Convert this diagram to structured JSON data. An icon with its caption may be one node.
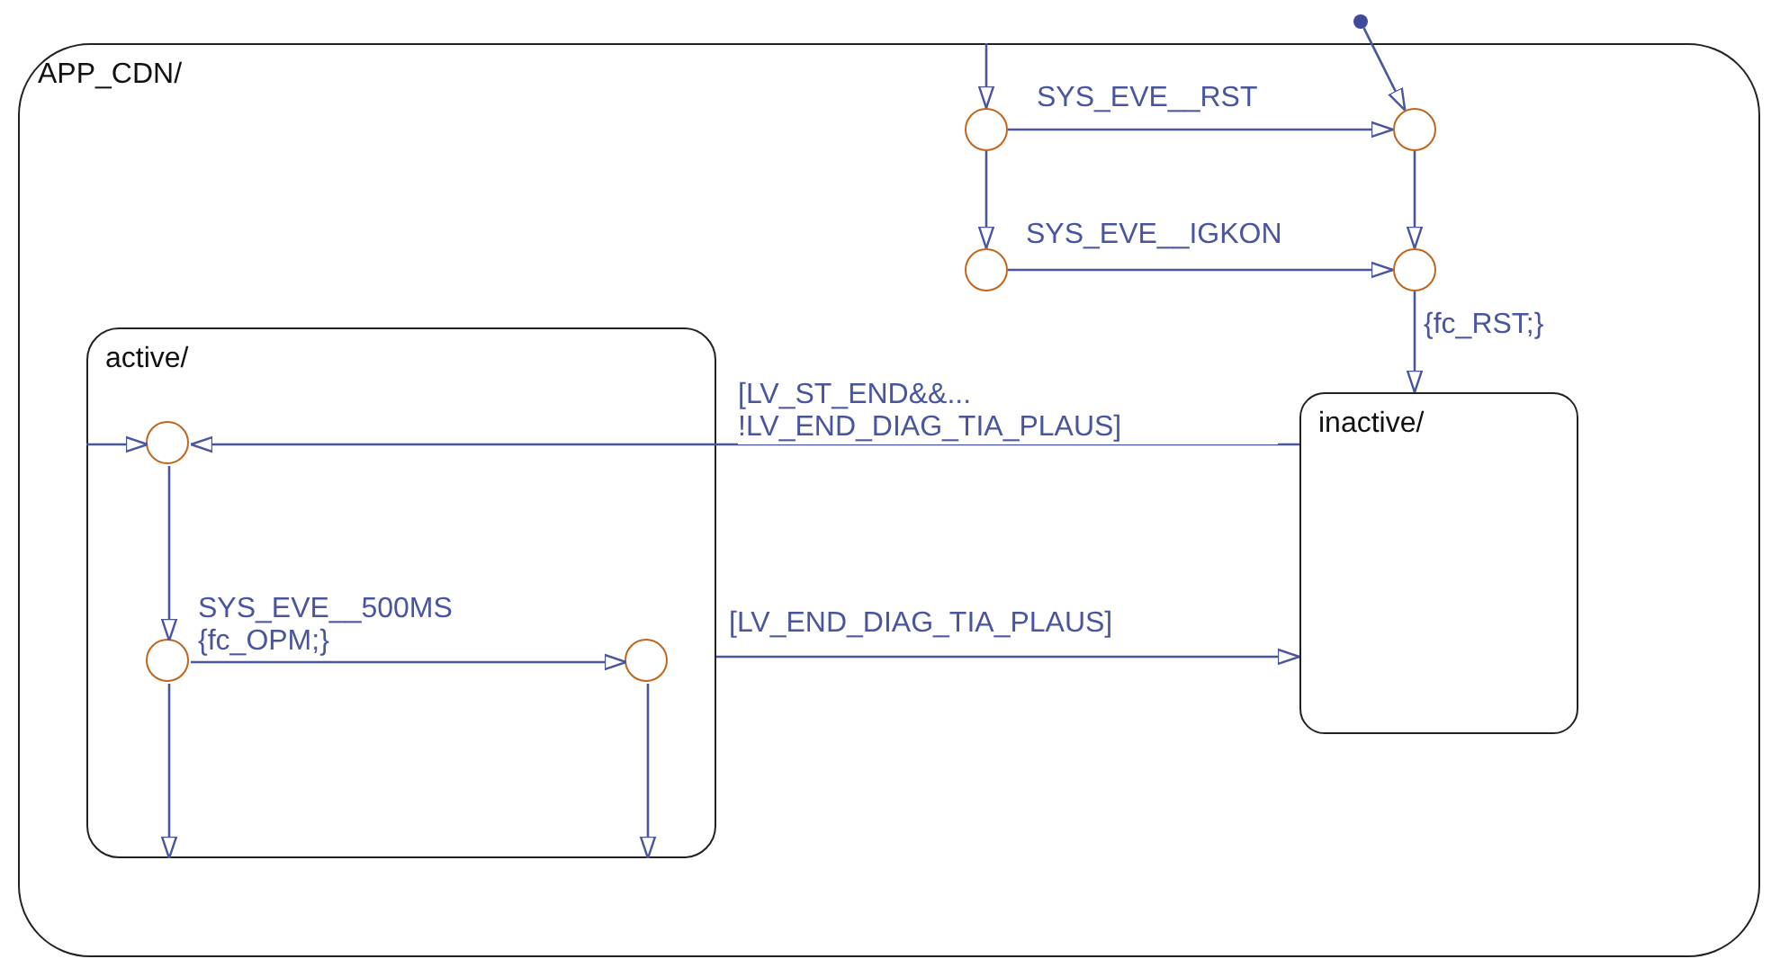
{
  "diagram": {
    "nodes": [
      {
        "text": [
          "APP_CDN/"
        ]
      },
      {
        "text": [],
        "shape": "circle",
        "in": 0
      },
      {
        "text": [],
        "shape": "circle",
        "in": 0
      },
      {
        "text": [],
        "shape": "circle",
        "in": 0
      },
      {
        "text": [],
        "shape": "circle",
        "in": 0
      },
      {
        "text": [
          "active/"
        ],
        "in": 0
      },
      {
        "text": [
          "inactive/"
        ],
        "in": 0
      },
      {
        "text": [],
        "shape": "circle",
        "in": 5
      },
      {
        "text": [],
        "shape": "circle",
        "in": 5
      },
      {
        "text": [],
        "shape": "circle",
        "in": 5
      },
      {
        "text": [],
        "shape": "circle"
      }
    ],
    "edges": [
      {
        "from": null,
        "to": 1,
        "arrow": "to"
      },
      {
        "from": 10,
        "to": 2,
        "arrow": "to"
      },
      {
        "from": 1,
        "to": 2,
        "arrow": "to",
        "label": "SYS_EVE__RST"
      },
      {
        "from": 1,
        "to": 3,
        "arrow": "to"
      },
      {
        "from": 3,
        "to": 4,
        "arrow": "to",
        "label": "SYS_EVE__IGKON"
      },
      {
        "from": 2,
        "to": 4,
        "arrow": "to"
      },
      {
        "from": 4,
        "to": 6,
        "arrow": "to",
        "label": "{fc_RST;}"
      },
      {
        "from": null,
        "to": 7,
        "arrow": "to"
      },
      {
        "from": 6,
        "to": 7,
        "arrow": "to",
        "label": "[LV_ST_END&&... !LV_END_DIAG_TIA_PLAUS]"
      },
      {
        "from": 7,
        "to": 8,
        "arrow": "to"
      },
      {
        "from": 8,
        "to": 9,
        "arrow": "to",
        "label": "SYS_EVE__500MS {fc_OPM;}"
      },
      {
        "from": 8,
        "to": null,
        "arrow": "to"
      },
      {
        "from": 9,
        "to": null,
        "arrow": "to"
      },
      {
        "from": 5,
        "to": 6,
        "arrow": "to",
        "label": "[LV_END_DIAG_TIA_PLAUS]"
      }
    ]
  }
}
